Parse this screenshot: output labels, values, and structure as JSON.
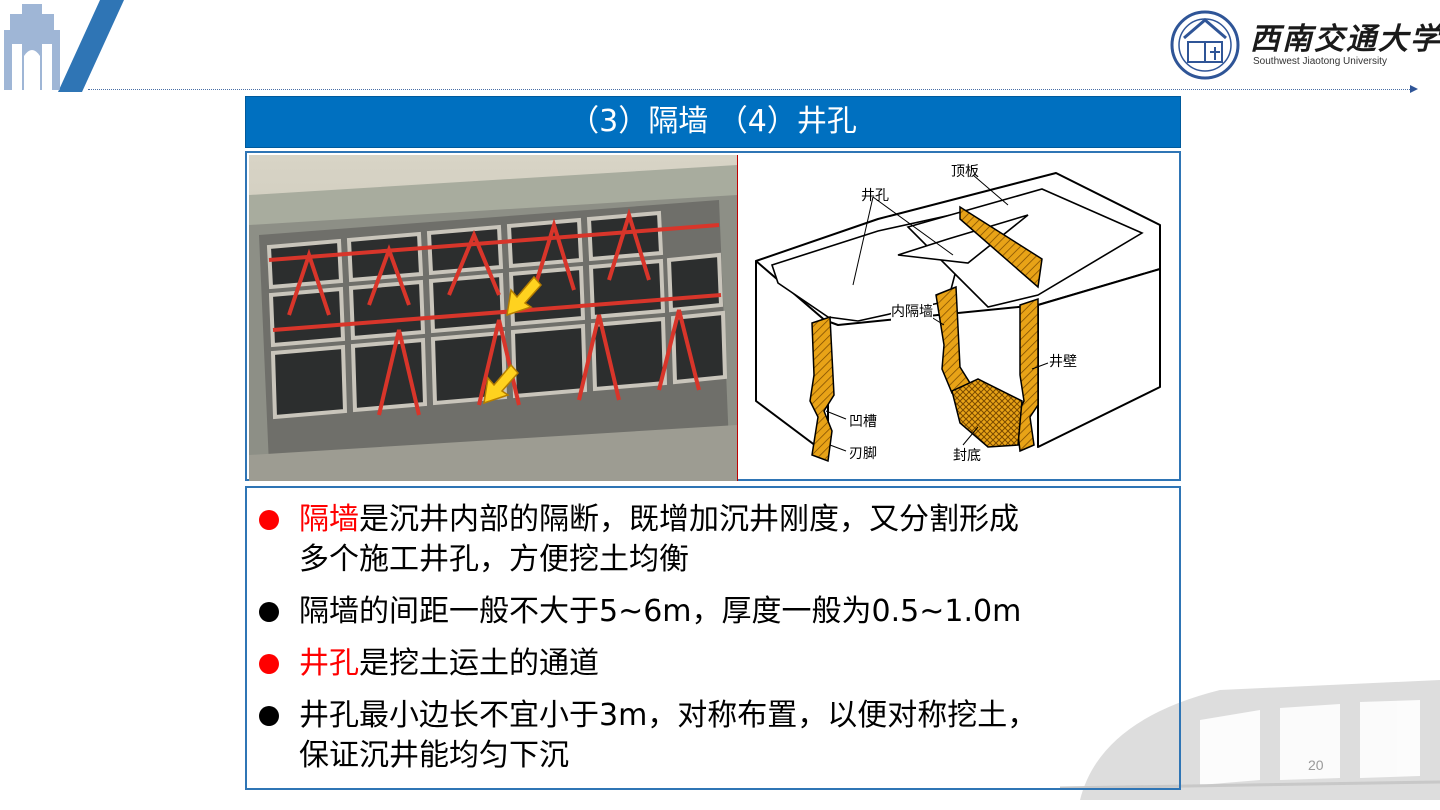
{
  "slide": {
    "title": "（3）隔墙 （4）井孔",
    "page_number": "20"
  },
  "logo": {
    "school_name_cn": "西南交通大学",
    "school_name_en": "Southwest Jiaotong University"
  },
  "diagram_labels": {
    "top_slab": "顶板",
    "well_hole": "井孔",
    "inner_wall": "内隔墙",
    "well_wall": "井壁",
    "groove": "凹槽",
    "blade_foot": "刃脚",
    "seal_bottom": "封底"
  },
  "bullets": [
    {
      "highlight": "隔墙",
      "line1": "是沉井内部的隔断，既增加沉井刚度，又分割形成",
      "line2": "多个施工井孔，方便挖土均衡",
      "dot_color": "#ff0000"
    },
    {
      "highlight": "",
      "line1": "隔墙的间距一般不大于5~6m，厚度一般为0.5~1.0m",
      "line2": "",
      "dot_color": "#000000"
    },
    {
      "highlight": "井孔",
      "line1": "是挖土运土的通道",
      "line2": "",
      "dot_color": "#ff0000"
    },
    {
      "highlight": "",
      "line1": "井孔最小边长不宜小于3m，对称布置，以便对称挖土，",
      "line2": "保证沉井能均匀下沉",
      "dot_color": "#000000"
    }
  ],
  "colors": {
    "title_bar": "#0070c0",
    "frame_border": "#2f75b5",
    "highlight": "#ff0000",
    "diagram_hatch": "#e8a317"
  }
}
